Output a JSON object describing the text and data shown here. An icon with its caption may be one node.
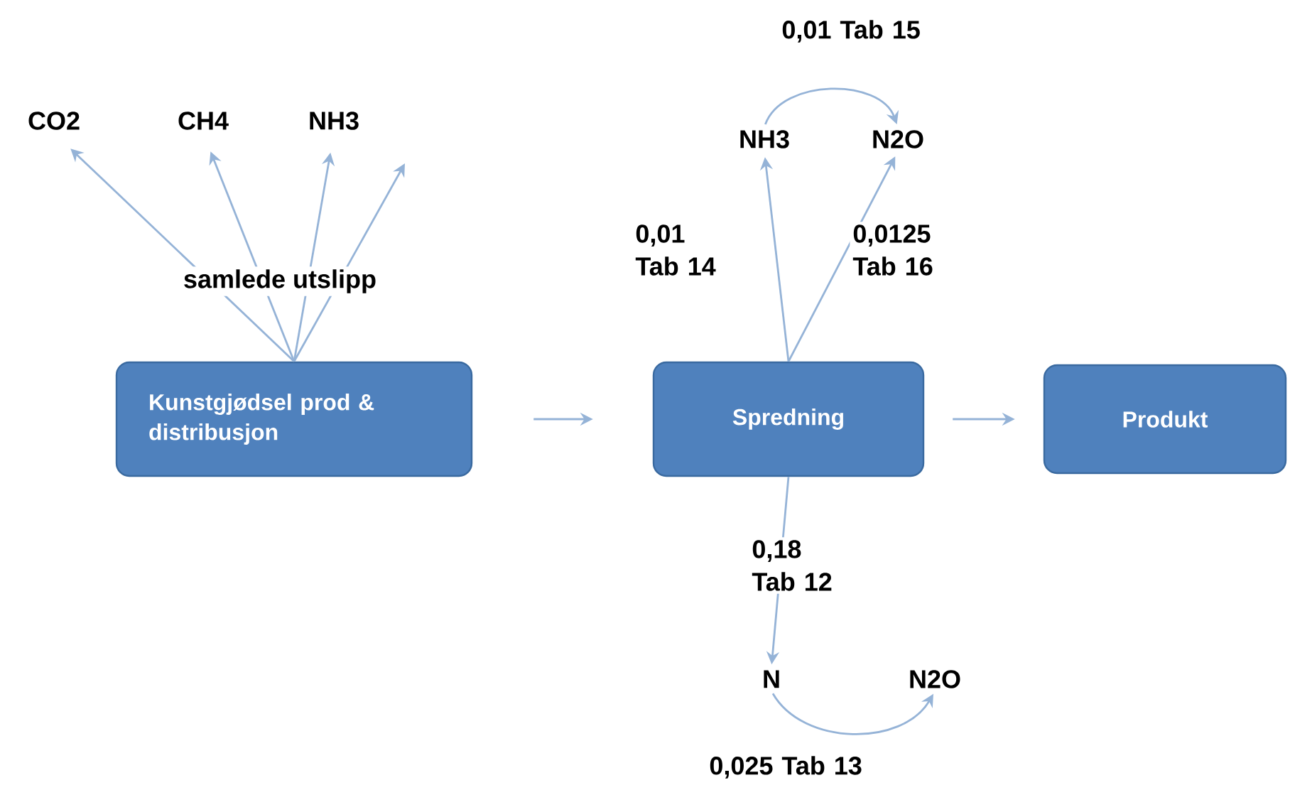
{
  "diagram": {
    "nodes": [
      {
        "text": [
          "Kunstgjødsel prod & distribusjon"
        ]
      },
      {
        "text": [
          "Spredning"
        ]
      },
      {
        "text": [
          "Produkt"
        ]
      },
      {
        "text": [
          "CO2"
        ]
      },
      {
        "text": [
          "CH4"
        ]
      },
      {
        "text": [
          "NH3"
        ]
      },
      {
        "text": [
          "NH3"
        ]
      },
      {
        "text": [
          "N2O"
        ]
      },
      {
        "text": [
          "N"
        ]
      },
      {
        "text": [
          "N2O"
        ]
      }
    ],
    "edges": [
      {
        "from": 0,
        "to": 1,
        "arrow": "to"
      },
      {
        "from": 1,
        "to": 2,
        "arrow": "to"
      },
      {
        "from": 0,
        "to": 3,
        "arrow": "to"
      },
      {
        "from": 0,
        "to": 4,
        "arrow": "to"
      },
      {
        "from": 0,
        "to": 5,
        "arrow": "to"
      },
      {
        "from": 0,
        "to": null,
        "arrow": "to"
      },
      {
        "from": 1,
        "to": 6,
        "arrow": "to",
        "label": "0,01 Tab 14"
      },
      {
        "from": 1,
        "to": 7,
        "arrow": "to",
        "label": "0,0125 Tab 16"
      },
      {
        "from": 6,
        "to": 7,
        "arrow": "to",
        "label": "0,01 Tab 15"
      },
      {
        "from": 1,
        "to": 8,
        "arrow": "to",
        "label": "0,18 Tab 12"
      },
      {
        "from": 8,
        "to": 9,
        "arrow": "to",
        "label": "0,025 Tab 13"
      }
    ],
    "labels": [
      "samlede utslipp"
    ]
  }
}
